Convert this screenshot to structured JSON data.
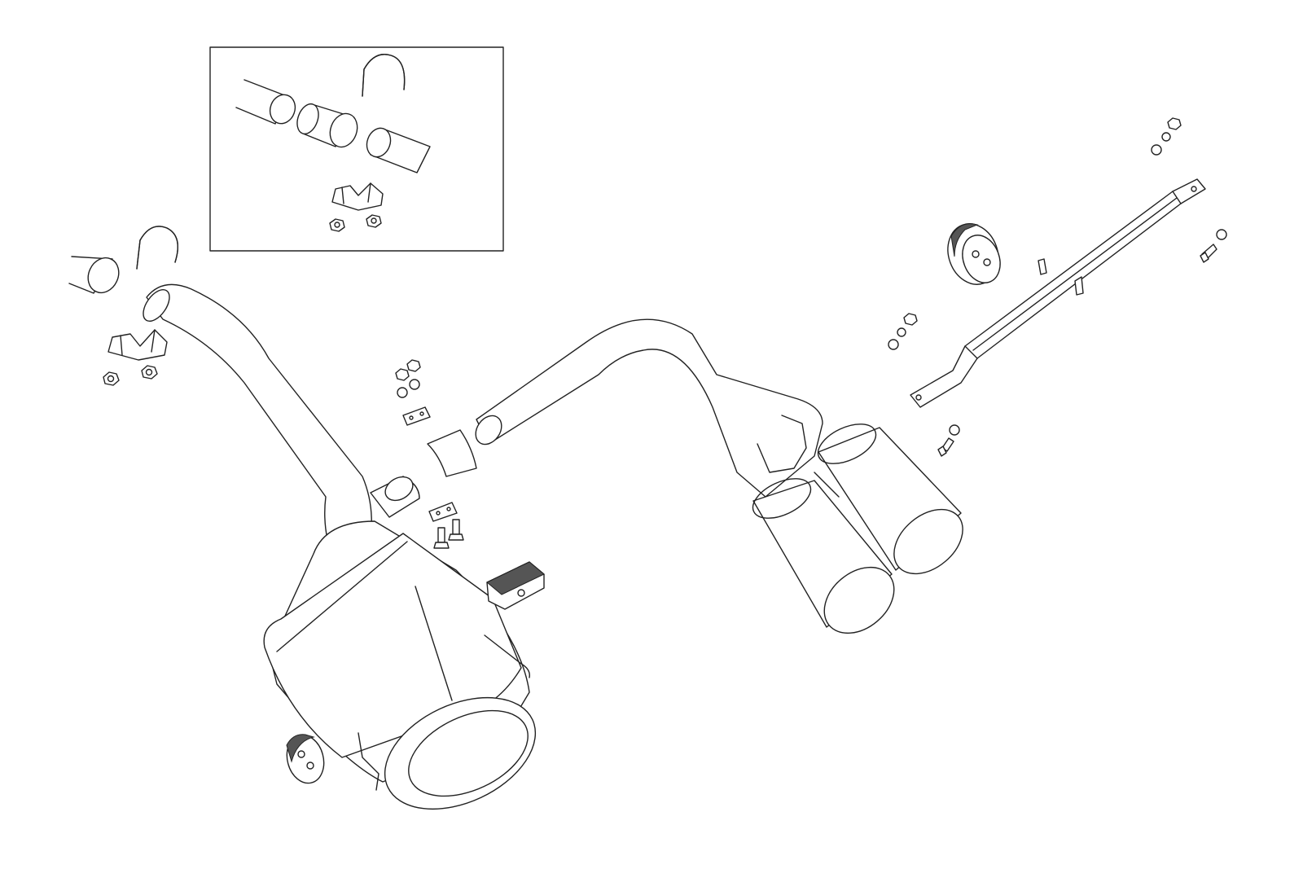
{
  "diagram": {
    "type": "exploded-parts-view",
    "colors": {
      "background": "#ffffff",
      "line": "#222222",
      "shade": "#555555"
    },
    "parts": [
      {
        "id": "detail-inset"
      },
      {
        "id": "inlet-pipe"
      },
      {
        "id": "u-bolt"
      },
      {
        "id": "pipe-clamp-bracket"
      },
      {
        "id": "flange-nut"
      },
      {
        "id": "rear-silencer-left"
      },
      {
        "id": "rubber-hanger"
      },
      {
        "id": "connector-sleeve"
      },
      {
        "id": "clamp-plate"
      },
      {
        "id": "hex-bolt"
      },
      {
        "id": "hex-nut"
      },
      {
        "id": "washer"
      },
      {
        "id": "mounting-pad"
      },
      {
        "id": "center-pipe-dual-tips"
      },
      {
        "id": "mounting-bracket-bar"
      }
    ]
  }
}
